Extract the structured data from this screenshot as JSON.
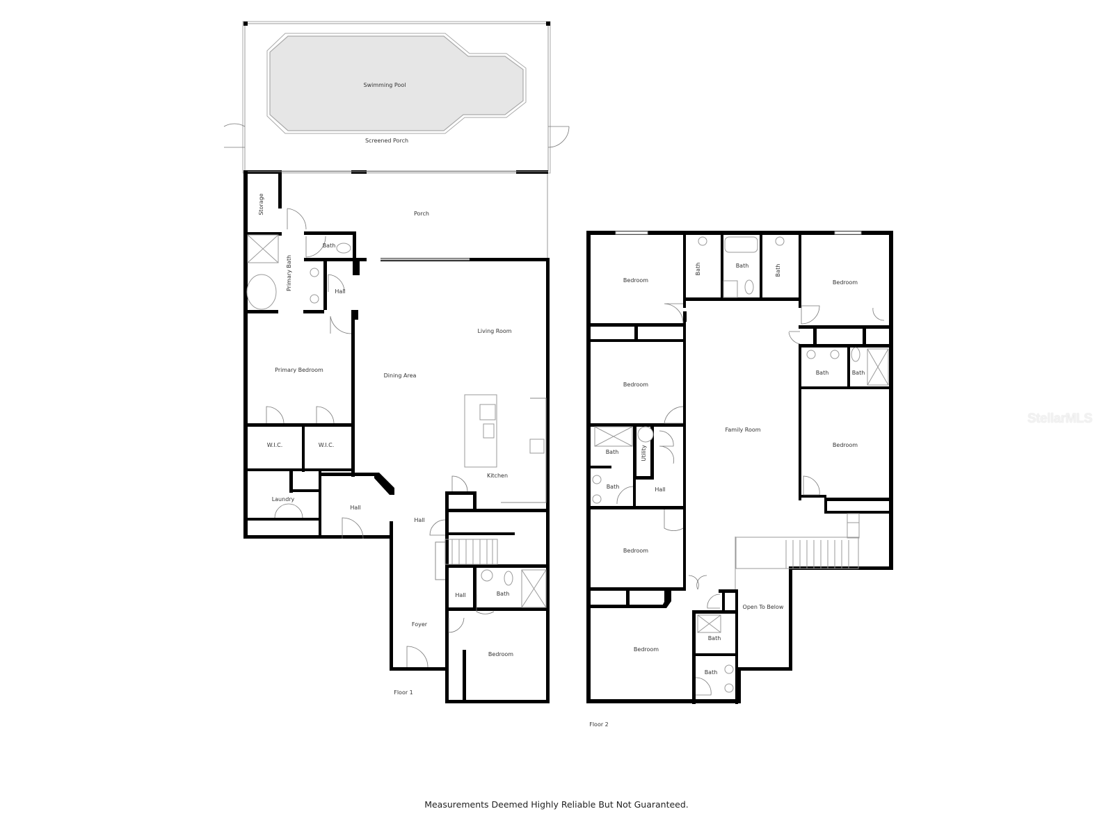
{
  "floor1": {
    "label": "Floor 1",
    "rooms": {
      "swimming_pool": "Swimming Pool",
      "screened_porch": "Screened Porch",
      "porch": "Porch",
      "storage": "Storage",
      "primary_bath": "Primary Bath",
      "bath_upper": "Bath",
      "hall_upper": "Hall",
      "living_room": "Living Room",
      "dining_area": "Dining Area",
      "primary_bedroom": "Primary Bedroom",
      "wic_left": "W.I.C.",
      "wic_right": "W.I.C.",
      "kitchen": "Kitchen",
      "laundry": "Laundry",
      "hall_left": "Hall",
      "hall_center": "Hall",
      "hall_small": "Hall",
      "bath_lower": "Bath",
      "foyer": "Foyer",
      "bedroom": "Bedroom"
    }
  },
  "floor2": {
    "label": "Floor 2",
    "rooms": {
      "bedroom_nw": "Bedroom",
      "bath_a": "Bath",
      "bath_b": "Bath",
      "bath_c": "Bath",
      "bedroom_ne": "Bedroom",
      "bedroom_w2": "Bedroom",
      "bath_e1": "Bath",
      "bath_e2": "Bath",
      "family_room": "Family Room",
      "bedroom_e2": "Bedroom",
      "bath_w1": "Bath",
      "bath_w2": "Bath",
      "utility": "Utility",
      "hall": "Hall",
      "bedroom_w3": "Bedroom",
      "open_to_below": "Open To Below",
      "bedroom_sw": "Bedroom",
      "bath_s1": "Bath",
      "bath_s2": "Bath"
    }
  },
  "footer": {
    "disclaimer": "Measurements Deemed Highly Reliable But Not Guaranteed."
  },
  "watermark": {
    "text": "StellarMLS"
  },
  "colors": {
    "wall": "#000000",
    "pool_fill": "#e6e6e6",
    "background": "#ffffff"
  }
}
